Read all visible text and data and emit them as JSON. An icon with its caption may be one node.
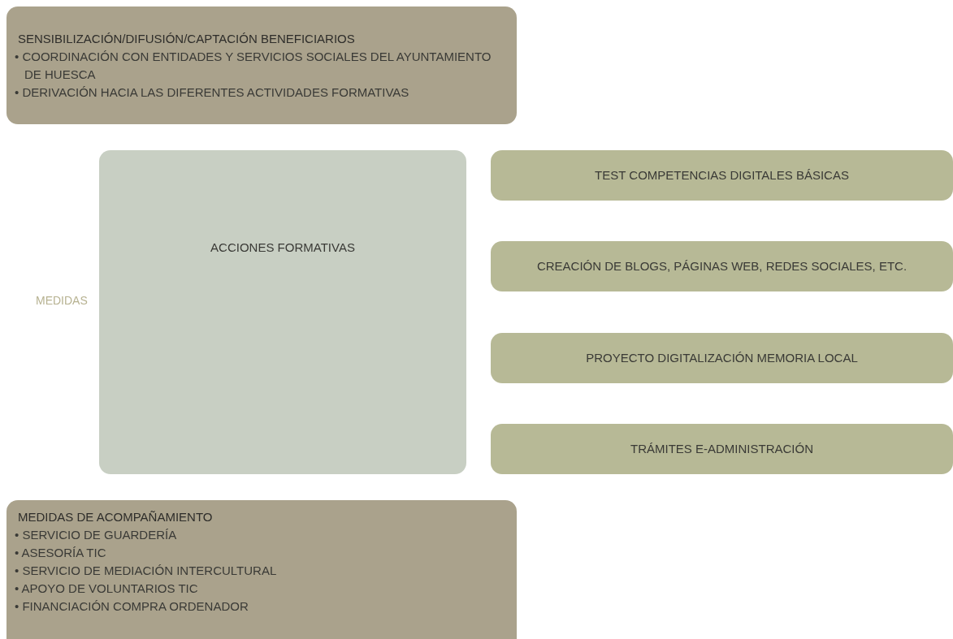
{
  "diagram": {
    "nodes": [
      {
        "text": [
          "SENSIBILIZACIÓN/DIFUSIÓN/CAPTACIÓN BENEFICIARIOS",
          "• COORDINACIÓN CON ENTIDADES Y SERVICIOS SOCIALES DEL AYUNTAMIENTO DE HUESCA",
          "• DERIVACIÓN HACIA LAS DIFERENTES ACTIVIDADES FORMATIVAS"
        ]
      },
      {
        "text": [
          "ACCIONES FORMATIVAS"
        ]
      },
      {
        "text": [
          "TEST COMPETENCIAS DIGITALES BÁSICAS"
        ]
      },
      {
        "text": [
          "CREACIÓN DE BLOGS, PÁGINAS WEB, REDES SOCIALES, ETC."
        ]
      },
      {
        "text": [
          "PROYECTO DIGITALIZACIÓN MEMORIA LOCAL"
        ]
      },
      {
        "text": [
          "TRÁMITES E-ADMINISTRACIÓN"
        ]
      },
      {
        "text": [
          "MEDIDAS DE ACOMPAÑAMIENTO",
          "• SERVICIO DE GUARDERÍA",
          "• ASESORÍA TIC",
          "• SERVICIO DE MEDIACIÓN INTERCULTURAL",
          "• APOYO DE VOLUNTARIOS TIC",
          "• FINANCIACIÓN COMPRA ORDENADOR"
        ]
      }
    ],
    "labels": [
      "MEDIDAS"
    ]
  }
}
